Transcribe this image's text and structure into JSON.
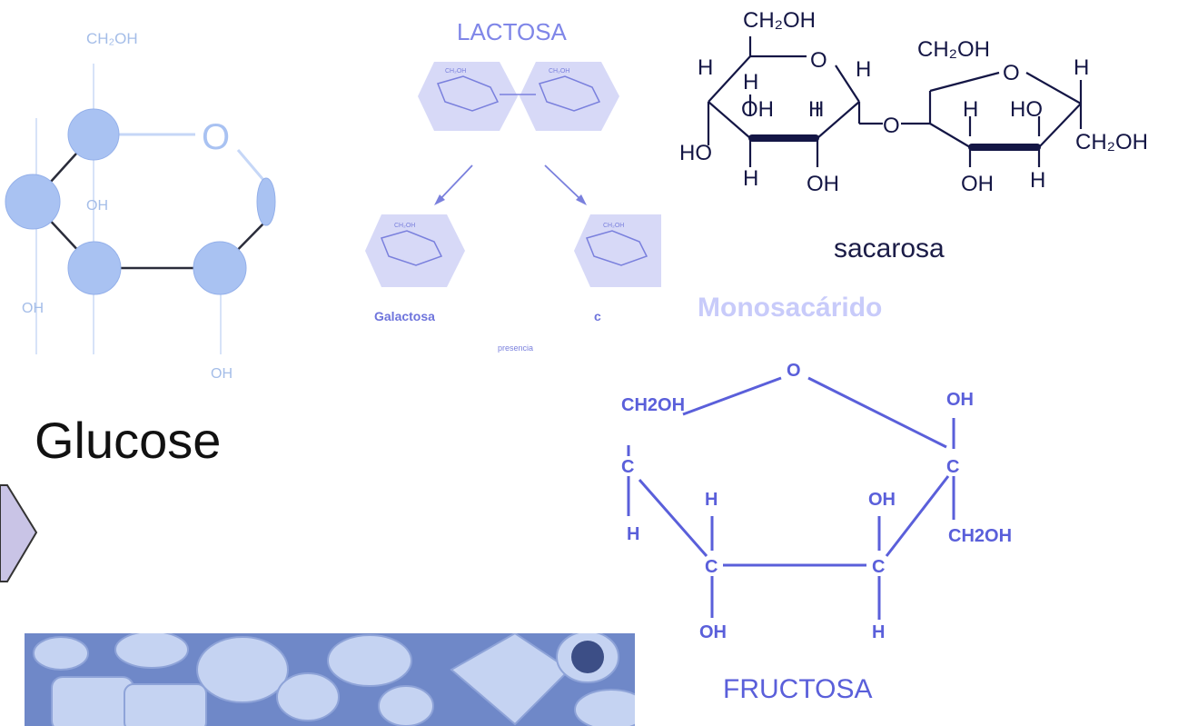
{
  "glucose": {
    "title": "Glucose",
    "ch2oh": "CH₂OH",
    "ring_o": "O",
    "oh_inner": "OH",
    "oh_left": "OH",
    "oh_bottom": "OH",
    "atom_color": "#a9c2f2"
  },
  "lactosa": {
    "title": "LACTOSA",
    "galactosa_label": "Galactosa",
    "glucosa_label_truncated": "c",
    "presencia_label": "presencia",
    "accent_color": "#7f86e8"
  },
  "sacarosa": {
    "label": "sacarosa",
    "glucose_ring": {
      "ch2oh_top": "CH₂OH",
      "h_top_left": "H",
      "ring_o": "O",
      "h_right": "H",
      "h_inner": "H",
      "oh_inner": "OH",
      "h_inner_right": "H",
      "ho_left": "HO",
      "h_bottom": "H",
      "oh_bottom": "OH"
    },
    "bridge_o": "O",
    "fructose_ring": {
      "ch2oh_top": "CH₂OH",
      "ring_o": "O",
      "h_top_right": "H",
      "h_inner": "H",
      "ho_inner": "HO",
      "ch2oh_right": "CH₂OH",
      "oh_bottom": "OH",
      "h_bottom": "H"
    },
    "ink_color": "#141645"
  },
  "monosacarido": {
    "title": "Monosacárido"
  },
  "fructosa": {
    "title": "FRUCTOSA",
    "ring_o": "O",
    "ch2oh_top_left": "CH2OH",
    "c_left": "C",
    "h_left": "H",
    "oh_top_right": "OH",
    "c_right": "C",
    "ch2oh_right": "CH2OH",
    "h_mid_left": "H",
    "c_bottom_left": "C",
    "oh_bottom_left": "OH",
    "oh_mid_right": "OH",
    "c_bottom_right": "C",
    "h_bottom_right": "H",
    "ink_color": "#5a5fda"
  },
  "food_photo": {
    "alt": "dairy-products-photo"
  },
  "nav_arrow": {
    "icon": "chevron-right-icon",
    "fill": "#c9c4e6"
  }
}
